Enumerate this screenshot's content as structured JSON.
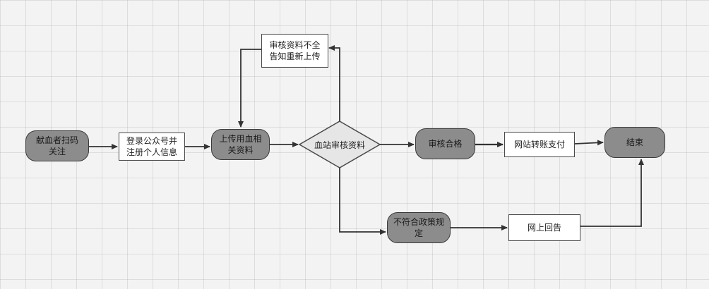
{
  "nodes": {
    "donor_scan": "献血者扫码\n关注",
    "register": "登录公众号并\n注册个人信息",
    "upload": "上传用血相\n关资料",
    "review": "血站审核资料",
    "incomplete": "审核资料不全\n告知重新上传",
    "approved": "审核合格",
    "transfer": "网站转账支付",
    "end": "结束",
    "noncompliant": "不符合政策规\n定",
    "reply": "网上回告"
  },
  "colors": {
    "terminal_fill": "#8c8c8c",
    "process_fill": "#ffffff",
    "decision_fill": "#e6e6e6",
    "line": "#333333"
  }
}
